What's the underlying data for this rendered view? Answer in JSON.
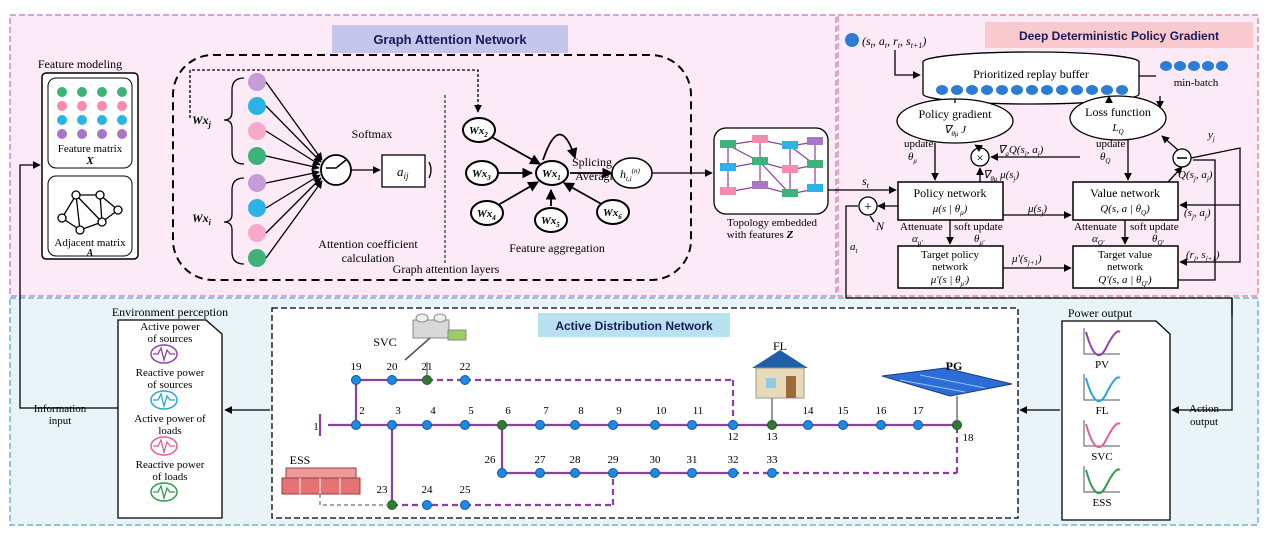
{
  "gat": {
    "title": "Graph Attention Network",
    "feature_modeling": "Feature modeling",
    "feature_matrix": "Feature matrix",
    "feature_matrix_sym": "X",
    "adjacent_matrix": "Adjacent matrix",
    "adjacent_matrix_sym": "A",
    "softmax": "Softmax",
    "aij": "a",
    "aij_sub": "ij",
    "wxj": "Wx",
    "wxj_sub": "j",
    "wxi": "Wx",
    "wxi_sub": "i",
    "attention_line1": "Attention coefficient",
    "attention_line2": "calculation",
    "layers": "Graph attention layers",
    "splicing": "Splicing",
    "averaging": "Averaging",
    "feature_aggregation": "Feature aggregation",
    "topology_line1": "Topology embedded",
    "topology_line2": "with features",
    "topology_sym": "Z",
    "agg_nodes": [
      {
        "label": "Wx",
        "sub": "2"
      },
      {
        "label": "Wx",
        "sub": "3"
      },
      {
        "label": "Wx",
        "sub": "1"
      },
      {
        "label": "Wx",
        "sub": "4"
      },
      {
        "label": "Wx",
        "sub": "5"
      },
      {
        "label": "Wx",
        "sub": "6"
      }
    ],
    "h_label": "h",
    "h_sub": "t,i",
    "h_sup": "(n)"
  },
  "ddpg": {
    "title": "Deep Deterministic Policy Gradient",
    "tuple": "(s",
    "replay_buffer": "Prioritized replay buffer",
    "mini_batch": "min-batch",
    "policy_gradient": "Policy gradient",
    "loss_function": "Loss function",
    "update": "update",
    "policy_network": "Policy network",
    "value_network": "Value network",
    "target_policy_line1": "Target policy",
    "target_policy_line2": "network",
    "target_value_line1": "Target value",
    "target_value_line2": "network",
    "attenuate": "Attenuate",
    "soft_update": "soft update",
    "st": "s",
    "at": "a",
    "noise": "N"
  },
  "env": {
    "perception_title": "Environment perception",
    "items": [
      {
        "line1": "Active power",
        "line2": "of sources"
      },
      {
        "line1": "Reactive power",
        "line2": "of sources"
      },
      {
        "line1": "Active power of",
        "line2": "loads"
      },
      {
        "line1": "Reactive power",
        "line2": "of loads"
      }
    ],
    "info_line1": "Information",
    "info_line2": "input"
  },
  "adn": {
    "title": "Active Distribution Network",
    "svc": "SVC",
    "fl": "FL",
    "pg": "PG",
    "ess": "ESS",
    "bus_labels": [
      "1",
      "2",
      "3",
      "4",
      "5",
      "6",
      "7",
      "8",
      "9",
      "10",
      "11",
      "12",
      "13",
      "14",
      "15",
      "16",
      "17",
      "18",
      "19",
      "20",
      "21",
      "22",
      "23",
      "24",
      "25",
      "26",
      "27",
      "28",
      "29",
      "30",
      "31",
      "32",
      "33"
    ]
  },
  "power": {
    "title": "Power output",
    "items": [
      "PV",
      "FL",
      "SVC",
      "ESS"
    ],
    "action_line1": "Action",
    "action_line2": "output"
  },
  "colors": {
    "gat_bg": "#fcebf6",
    "ddpg_bg": "#fcebf6",
    "adn_bg": "#e8f4f8",
    "gat_title_bg": "#c4c6ec",
    "ddpg_title_bg": "#f8c9cf",
    "adn_title_bg": "#b8e2f2",
    "line_purple": "#8b3fa0",
    "node_blue": "#1e88e5",
    "node_green": "#2e7d32"
  }
}
